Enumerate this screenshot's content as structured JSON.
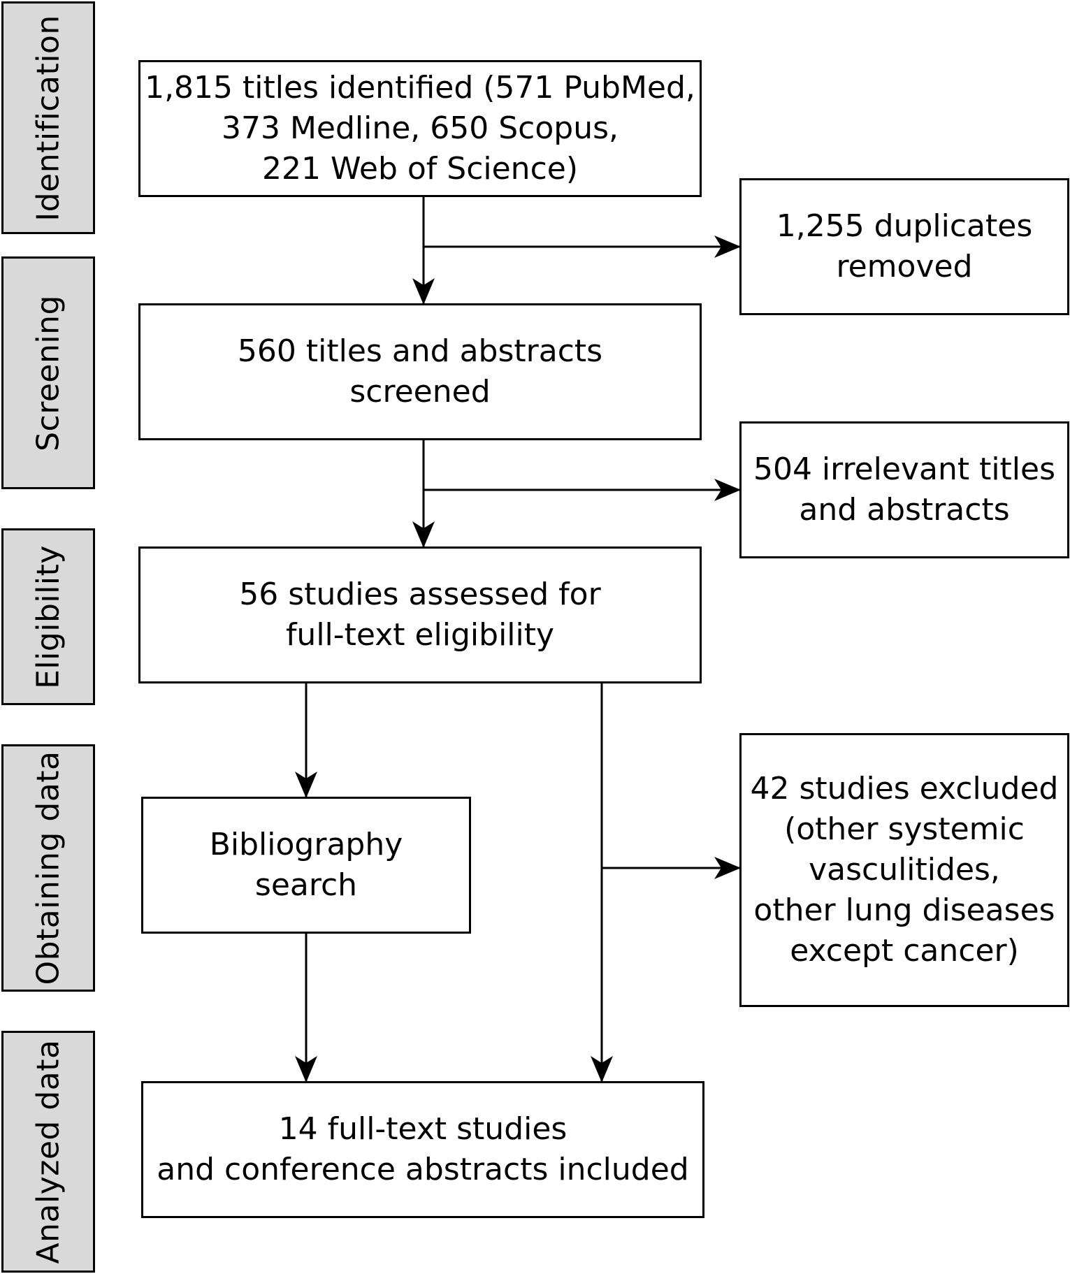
{
  "phases": {
    "identification": "Identification",
    "screening": "Screening",
    "eligibility": "Eligibility",
    "obtaining": "Obtaining data",
    "analyzed": "Analyzed data"
  },
  "boxes": {
    "identified": "1,815 titles identified (571 PubMed,\n373 Medline, 650 Scopus,\n221 Web of Science)",
    "duplicates": "1,255 duplicates\nremoved",
    "screened": "560 titles and abstracts\nscreened",
    "irrelevant": "504 irrelevant titles\nand abstracts",
    "assessed": "56 studies assessed for\nfull-text eligibility",
    "bibliography": "Bibliography\nsearch",
    "excluded": "42 studies excluded\n(other systemic\nvasculitides,\nother lung diseases\nexcept cancer)",
    "included": "14 full-text studies\nand conference abstracts included"
  }
}
